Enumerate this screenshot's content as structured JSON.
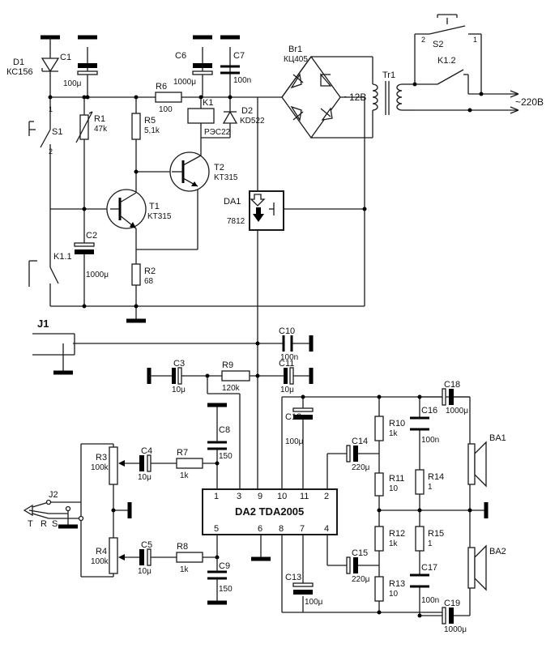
{
  "components": {
    "d1": {
      "ref": "D1",
      "value": "КС156"
    },
    "c1": {
      "ref": "C1",
      "value": "100μ"
    },
    "r1": {
      "ref": "R1",
      "value": "47k"
    },
    "s1": {
      "ref": "S1",
      "pin1": "1",
      "pin2": "2"
    },
    "c2": {
      "ref": "C2",
      "value": "1000μ"
    },
    "k11": {
      "ref": "K1.1"
    },
    "r5": {
      "ref": "R5",
      "value": "5,1k"
    },
    "r6": {
      "ref": "R6",
      "value": "100"
    },
    "c6": {
      "ref": "C6",
      "value": "1000μ"
    },
    "c7": {
      "ref": "C7",
      "value": "100n"
    },
    "k1": {
      "ref": "K1",
      "value": "РЭС22"
    },
    "d2": {
      "ref": "D2",
      "value": "KD522"
    },
    "t1": {
      "ref": "T1",
      "value": "KT315"
    },
    "t2": {
      "ref": "T2",
      "value": "KT315"
    },
    "r2": {
      "ref": "R2",
      "value": "68"
    },
    "br1": {
      "ref": "Br1",
      "value": "КЦ405"
    },
    "tr1": {
      "ref": "Tr1"
    },
    "v12": {
      "label": "~12В"
    },
    "v220": {
      "label": "~220В"
    },
    "s2": {
      "ref": "S2",
      "pin1": "1",
      "pin2": "2"
    },
    "k12": {
      "ref": "K1.2"
    },
    "da1": {
      "ref": "DA1",
      "value": "7812"
    },
    "j1": {
      "ref": "J1"
    },
    "c10": {
      "ref": "C10",
      "value": "100n"
    },
    "c11": {
      "ref": "C11",
      "value": "10μ"
    },
    "c3": {
      "ref": "C3",
      "value": "10μ"
    },
    "r9": {
      "ref": "R9",
      "value": "120k"
    },
    "c12": {
      "ref": "C12",
      "value": "100μ"
    },
    "c8": {
      "ref": "C8",
      "value": "150"
    },
    "c9": {
      "ref": "C9",
      "value": "150"
    },
    "r3": {
      "ref": "R3",
      "value": "100k"
    },
    "r4": {
      "ref": "R4",
      "value": "100k"
    },
    "c4": {
      "ref": "C4",
      "value": "10μ"
    },
    "c5": {
      "ref": "C5",
      "value": "10μ"
    },
    "r7": {
      "ref": "R7",
      "value": "1k"
    },
    "r8": {
      "ref": "R8",
      "value": "1k"
    },
    "j2": {
      "ref": "J2",
      "t": "T",
      "r": "R",
      "s": "S"
    },
    "c13": {
      "ref": "C13",
      "value": "100μ"
    },
    "c14": {
      "ref": "C14",
      "value": "220μ"
    },
    "c15": {
      "ref": "C15",
      "value": "220μ"
    },
    "r10": {
      "ref": "R10",
      "value": "1k"
    },
    "r11": {
      "ref": "R11",
      "value": "10"
    },
    "r12": {
      "ref": "R12",
      "value": "1k"
    },
    "r13": {
      "ref": "R13",
      "value": "10"
    },
    "r14": {
      "ref": "R14",
      "value": "1"
    },
    "r15": {
      "ref": "R15",
      "value": "1"
    },
    "c16": {
      "ref": "C16",
      "value": "100n"
    },
    "c17": {
      "ref": "C17",
      "value": "100n"
    },
    "c18": {
      "ref": "C18",
      "value": "1000μ"
    },
    "c19": {
      "ref": "C19",
      "value": "1000μ"
    },
    "ba1": {
      "ref": "BA1"
    },
    "ba2": {
      "ref": "BA2"
    }
  },
  "ic": {
    "label": "DA2 TDA2005",
    "pins_top": [
      "1",
      "3",
      "9",
      "10",
      "11",
      "2"
    ],
    "pins_bottom": [
      "5",
      "6",
      "8",
      "7",
      "4"
    ]
  }
}
